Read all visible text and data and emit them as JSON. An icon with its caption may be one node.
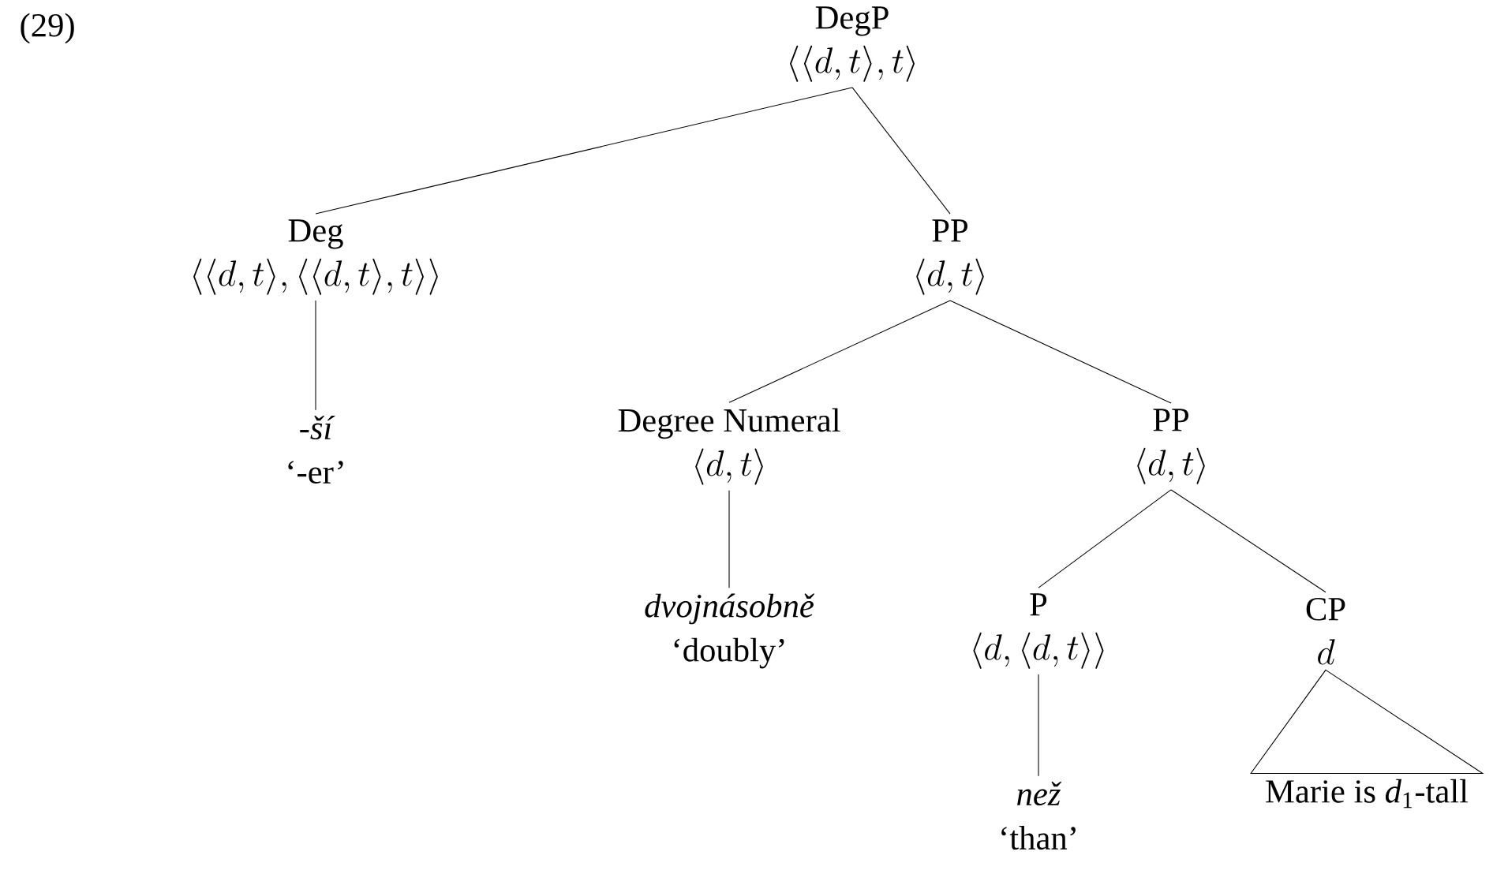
{
  "diagram": {
    "nodes": [
      {
        "text": [
          "DegP",
          "\\langle\\langle d,t\\rangle,t\\rangle"
        ]
      },
      {
        "text": [
          "Deg",
          "\\langle\\langle d,t\\rangle,\\langle\\langle d,t\\rangle,t\\rangle\\rangle"
        ]
      },
      {
        "text": [
          "PP",
          "\\langle d,t\\rangle"
        ]
      },
      {
        "text": [
          "-ší",
          "‘-er’"
        ]
      },
      {
        "text": [
          "Degree Numeral",
          "\\langle d,t\\rangle"
        ]
      },
      {
        "text": [
          "dvojnásobně",
          "‘doubly’"
        ]
      },
      {
        "text": [
          "PP",
          "\\langle d,t\\rangle"
        ]
      },
      {
        "text": [
          "P",
          "\\langle d,\\langle d,t\\rangle\\rangle"
        ]
      },
      {
        "text": [
          "CP",
          "d"
        ]
      },
      {
        "text": [
          "než",
          "‘than’"
        ]
      },
      {
        "text": [
          "Marie is *d*$_{1}$-tall"
        ]
      }
    ],
    "edges": [
      {
        "from": 0,
        "to": 1,
        "arrow": "none"
      },
      {
        "from": 0,
        "to": 2,
        "arrow": "none"
      },
      {
        "from": 1,
        "to": 3,
        "arrow": "none"
      },
      {
        "from": 2,
        "to": 4,
        "arrow": "none"
      },
      {
        "from": 2,
        "to": 6,
        "arrow": "none"
      },
      {
        "from": 4,
        "to": 5,
        "arrow": "none"
      },
      {
        "from": 6,
        "to": 7,
        "arrow": "none"
      },
      {
        "from": 6,
        "to": 8,
        "arrow": "none"
      },
      {
        "from": 7,
        "to": 9,
        "arrow": "none"
      },
      {
        "from": 8,
        "to": 10,
        "arrow": "none"
      }
    ],
    "labels": [
      "(29)"
    ]
  }
}
